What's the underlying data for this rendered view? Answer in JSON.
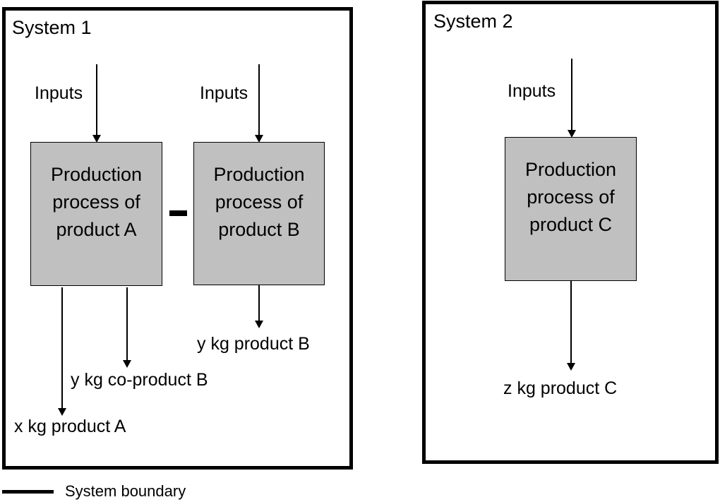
{
  "systems": [
    {
      "title": "System 1",
      "processes": [
        {
          "label_lines": [
            "Production",
            "process of",
            "product A"
          ],
          "input_label": "Inputs"
        },
        {
          "label_lines": [
            "Production",
            "process of",
            "product B"
          ],
          "input_label": "Inputs"
        }
      ],
      "operator": "minus",
      "outputs": [
        "y kg co-product B",
        "x kg product A",
        "y kg product B"
      ]
    },
    {
      "title": "System 2",
      "processes": [
        {
          "label_lines": [
            "Production",
            "process of",
            "product C"
          ],
          "input_label": "Inputs"
        }
      ],
      "outputs": [
        "z kg product C"
      ]
    }
  ],
  "legend": {
    "label": "System boundary"
  },
  "colors": {
    "process_fill": "#c0c0c0",
    "line": "#000000",
    "background": "#ffffff"
  }
}
